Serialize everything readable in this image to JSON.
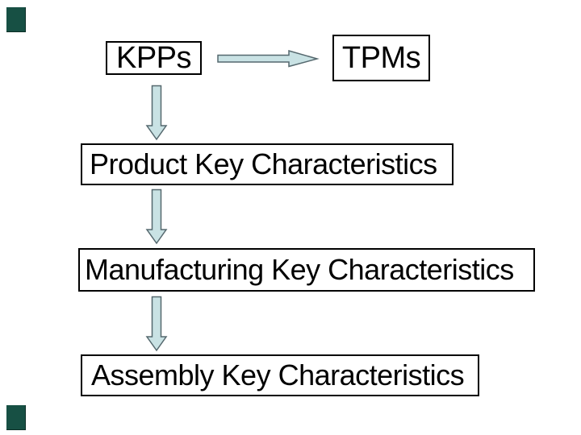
{
  "slide": {
    "type": "flowchart-diagram",
    "background_color": "#ffffff",
    "accent_square_color": "#175044",
    "box_border_color": "#000000",
    "arrow_fill_color": "#c9e2e4",
    "arrow_stroke_color": "#55686e",
    "nodes": {
      "kpps": {
        "label": "KPPs"
      },
      "tpms": {
        "label": "TPMs"
      },
      "product": {
        "label": "Product Key Characteristics"
      },
      "manufacturing": {
        "label": "Manufacturing Key Characteristics"
      },
      "assembly": {
        "label": "Assembly Key Characteristics"
      }
    },
    "connections": [
      {
        "from": "kpps",
        "to": "tpms",
        "direction": "right"
      },
      {
        "from": "kpps",
        "to": "product",
        "direction": "down"
      },
      {
        "from": "product",
        "to": "manufacturing",
        "direction": "down"
      },
      {
        "from": "manufacturing",
        "to": "assembly",
        "direction": "down"
      }
    ]
  }
}
